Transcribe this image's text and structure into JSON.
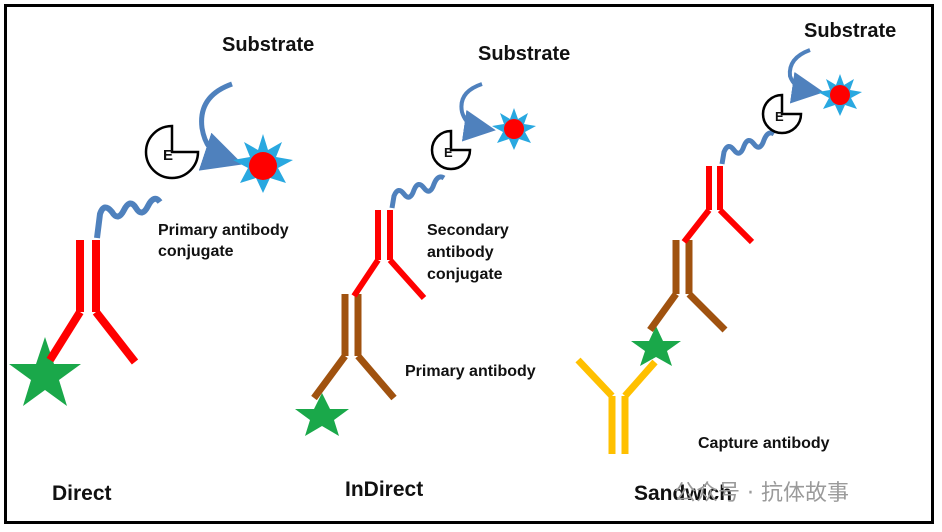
{
  "panels": {
    "direct": {
      "title": "Direct",
      "substrate": "Substrate",
      "enzyme": "E",
      "conjugate_line1": "Primary antibody",
      "conjugate_line2": "conjugate"
    },
    "indirect": {
      "title": "InDirect",
      "substrate": "Substrate",
      "enzyme": "E",
      "conjugate_line1": "Secondary",
      "conjugate_line2": "antibody",
      "conjugate_line3": "conjugate",
      "primary_label": "Primary antibody"
    },
    "sandwich": {
      "title": "Sandwich",
      "substrate": "Substrate",
      "enzyme": "E",
      "capture_label": "Capture antibody"
    }
  },
  "watermark": "公众号 · 抗体故事",
  "colors": {
    "conjugated_antibody": "#ff0000",
    "primary_antibody": "#a0520f",
    "capture_antibody": "#ffc000",
    "antigen_star": "#1aa84a",
    "linker": "#4f81bd",
    "arrow": "#4f81bd",
    "product_core": "#ff0000",
    "product_rays": "#29a8e0"
  }
}
